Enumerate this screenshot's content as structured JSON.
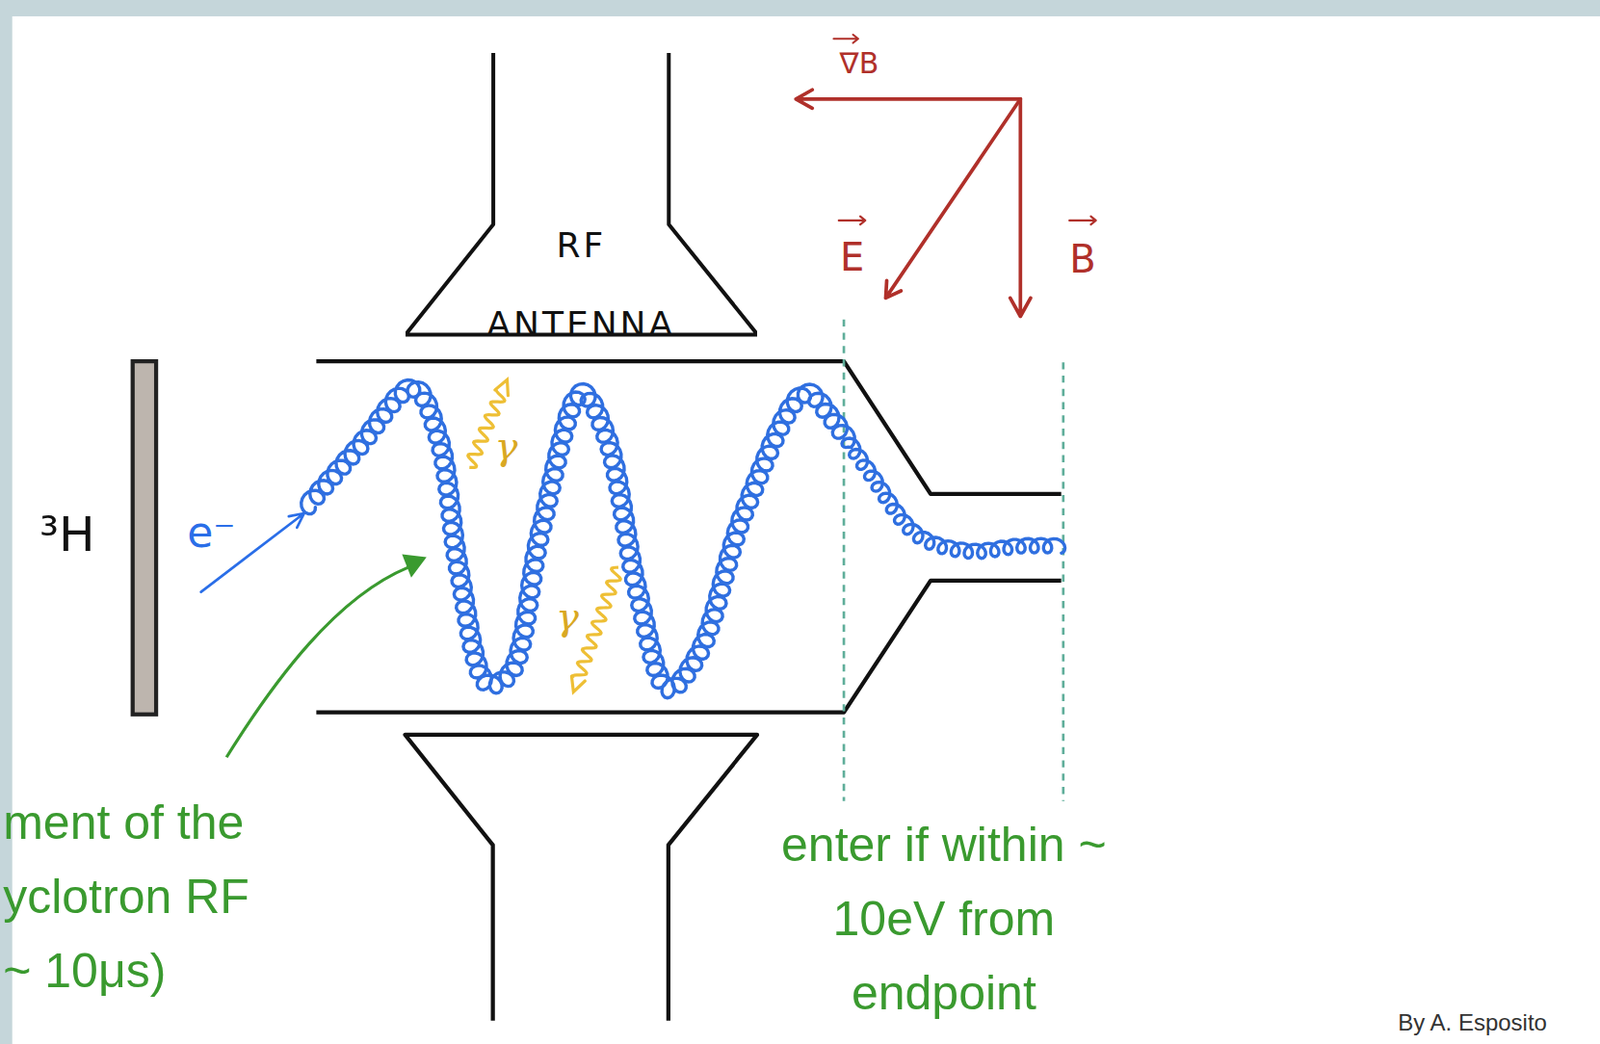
{
  "diagram": {
    "nodes": [
      {
        "text": [
          "RF ANTENNA"
        ]
      }
    ],
    "labels": [
      "³H",
      "e⁻",
      "γ",
      "γ",
      "∇B",
      "E",
      "B",
      "ment of the yclotron RF ~ 10μs)",
      "enter if within ~ 10eV from endpoint",
      "By A. Esposito"
    ]
  }
}
